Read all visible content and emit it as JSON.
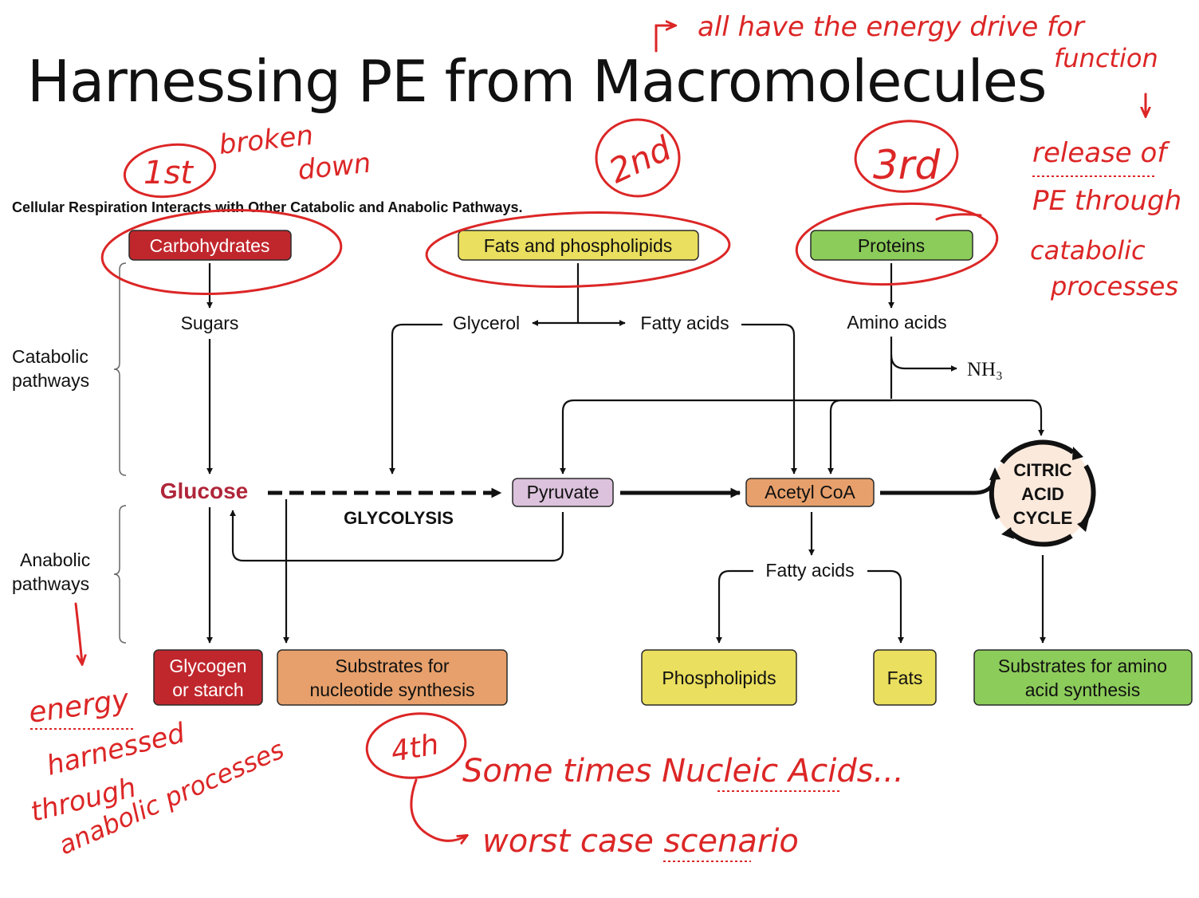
{
  "slide": {
    "title": "Harnessing PE from Macromolecules",
    "figure_caption": "Cellular Respiration Interacts with Other Catabolic and Anabolic Pathways."
  },
  "side_labels": {
    "catabolic_1": "Catabolic",
    "catabolic_2": "pathways",
    "anabolic_1": "Anabolic",
    "anabolic_2": "pathways"
  },
  "nodes": {
    "carbohydrates": "Carbohydrates",
    "fats_phospholipids": "Fats and phospholipids",
    "proteins": "Proteins",
    "sugars": "Sugars",
    "glycerol": "Glycerol",
    "fatty_acids_top": "Fatty acids",
    "amino_acids": "Amino acids",
    "nh3": "NH₃",
    "glucose": "Glucose",
    "glycolysis": "GLYCOLYSIS",
    "pyruvate": "Pyruvate",
    "acetyl_coa": "Acetyl CoA",
    "cac_1": "CITRIC",
    "cac_2": "ACID",
    "cac_3": "CYCLE",
    "fatty_acids_bottom": "Fatty acids",
    "glycogen_1": "Glycogen",
    "glycogen_2": "or starch",
    "nucleotide_1": "Substrates for",
    "nucleotide_2": "nucleotide synthesis",
    "phospholipids": "Phospholipids",
    "fats": "Fats",
    "amino_sub_1": "Substrates for amino",
    "amino_sub_2": "acid synthesis"
  },
  "colors": {
    "carbohydrates": "#c0272d",
    "fats": "#eadf5e",
    "proteins": "#8ccc5a",
    "pyruvate": "#dcc2dc",
    "acetyl_coa": "#e7a06b",
    "glucose_text": "#b0263a",
    "cycle_fill": "#fbe9dc",
    "annotation_ink": "#dc2626"
  },
  "annotations": {
    "top_1": "all have the energy drive for",
    "top_2": "function",
    "right_1": "release of",
    "right_2": "PE through",
    "right_3": "catabolic",
    "right_4": "processes",
    "first": "1st",
    "broken_1": "broken",
    "broken_2": "down",
    "second": "2nd",
    "third": "3rd",
    "fourth": "4th",
    "left_1": "energy",
    "left_2": "harnessed",
    "left_3": "through",
    "left_4": "anabolic processes",
    "bottom_1": "Some times Nucleic Acids...",
    "bottom_2": "worst case scenario"
  }
}
